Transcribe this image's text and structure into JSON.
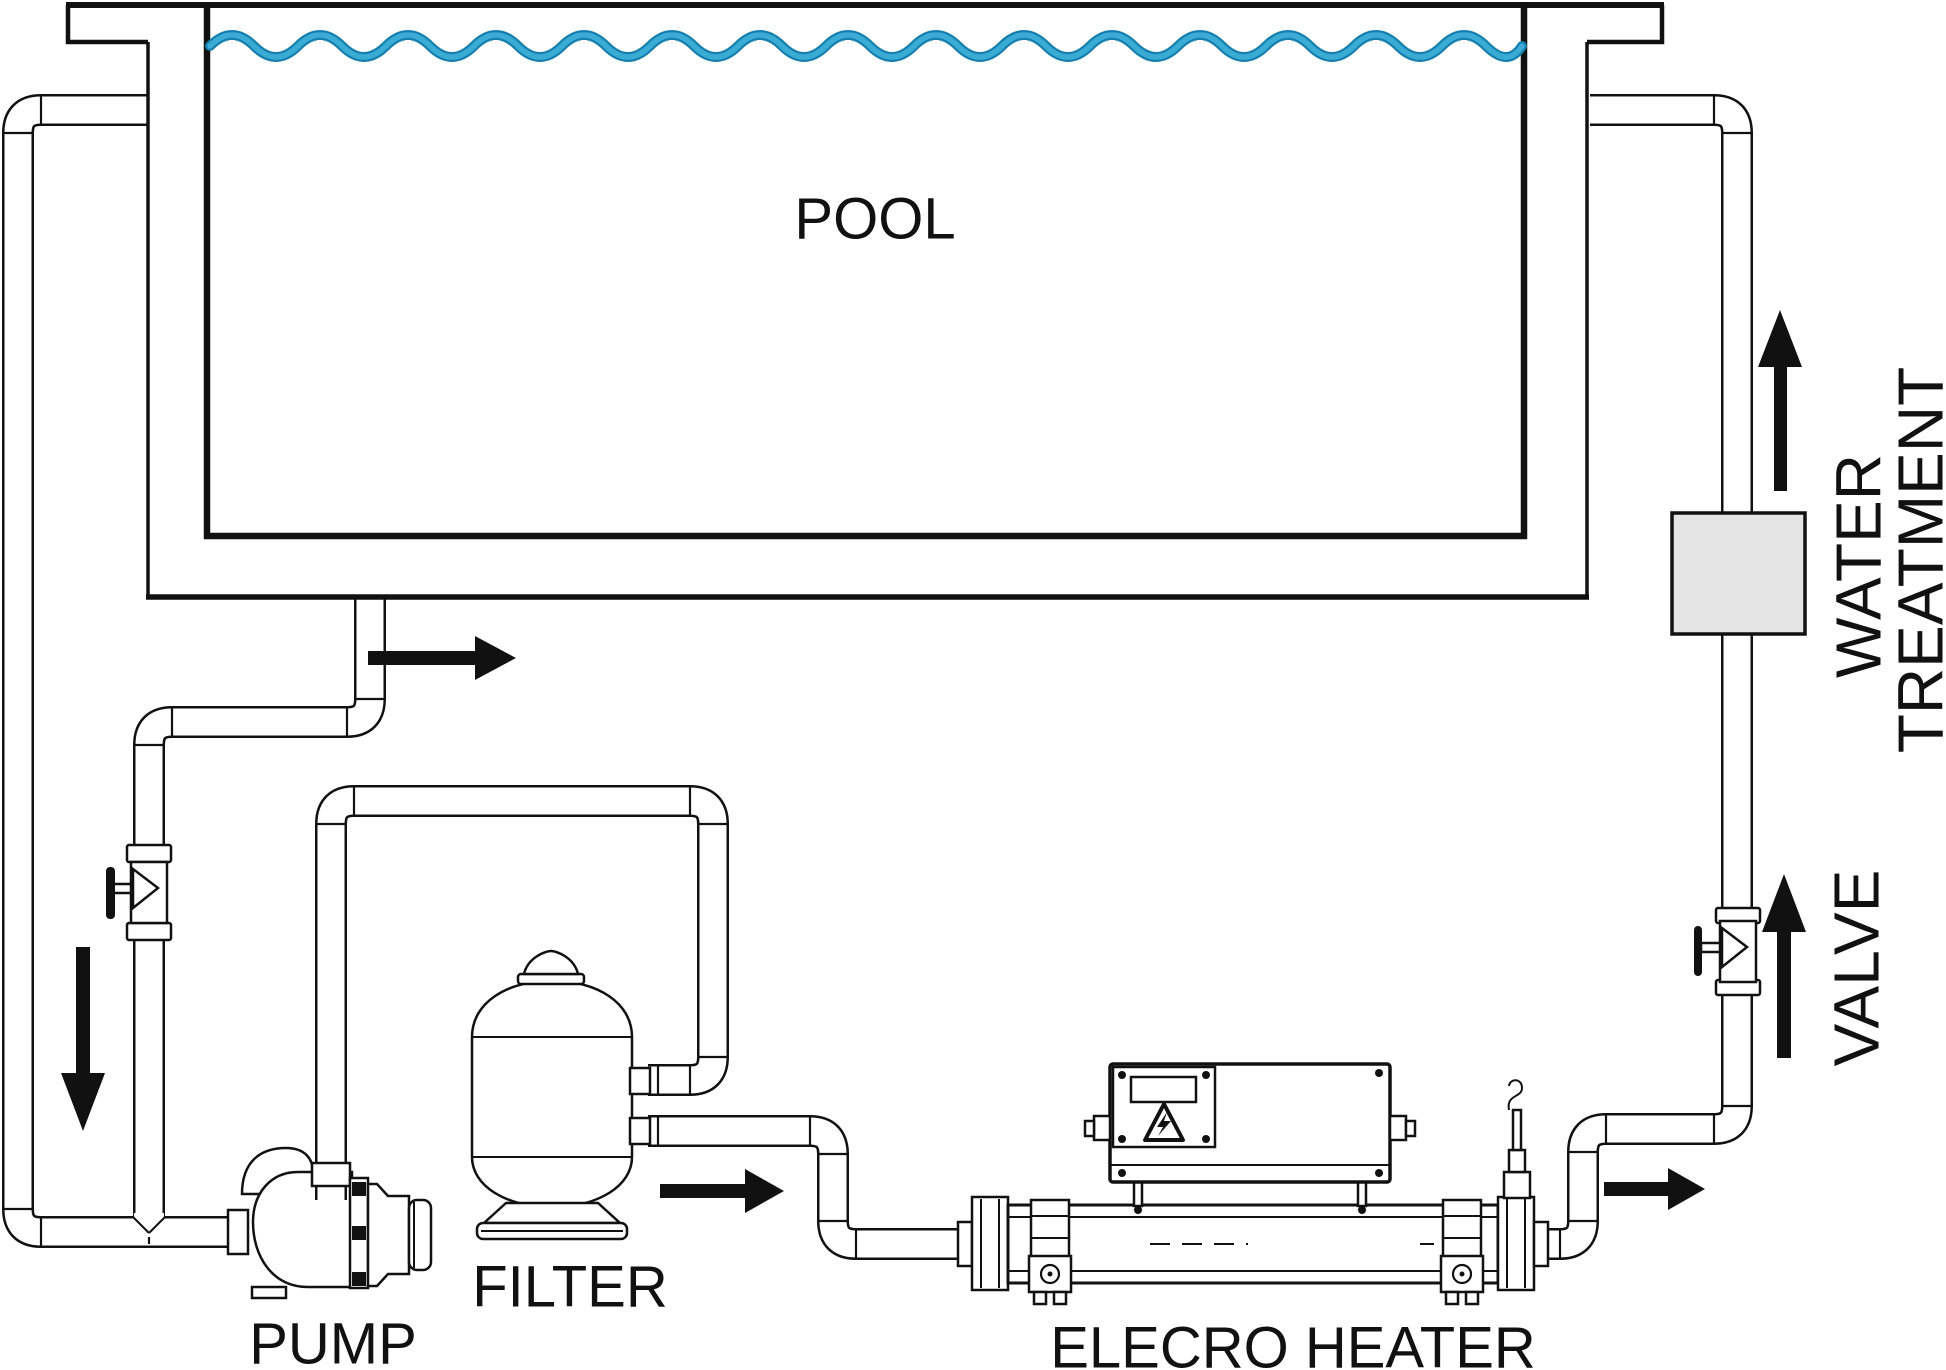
{
  "diagram": {
    "labels": {
      "pool": "POOL",
      "pump": "PUMP",
      "filter": "FILTER",
      "heater": "ELECRO HEATER",
      "valve": "VALVE",
      "water_treatment_line1": "WATER",
      "water_treatment_line2": "TREATMENT"
    },
    "colors": {
      "line": "#111111",
      "water_dark": "#157fae",
      "water_light": "#39abd4",
      "treatment_box_fill": "#e4e4e4",
      "background": "#ffffff"
    }
  }
}
